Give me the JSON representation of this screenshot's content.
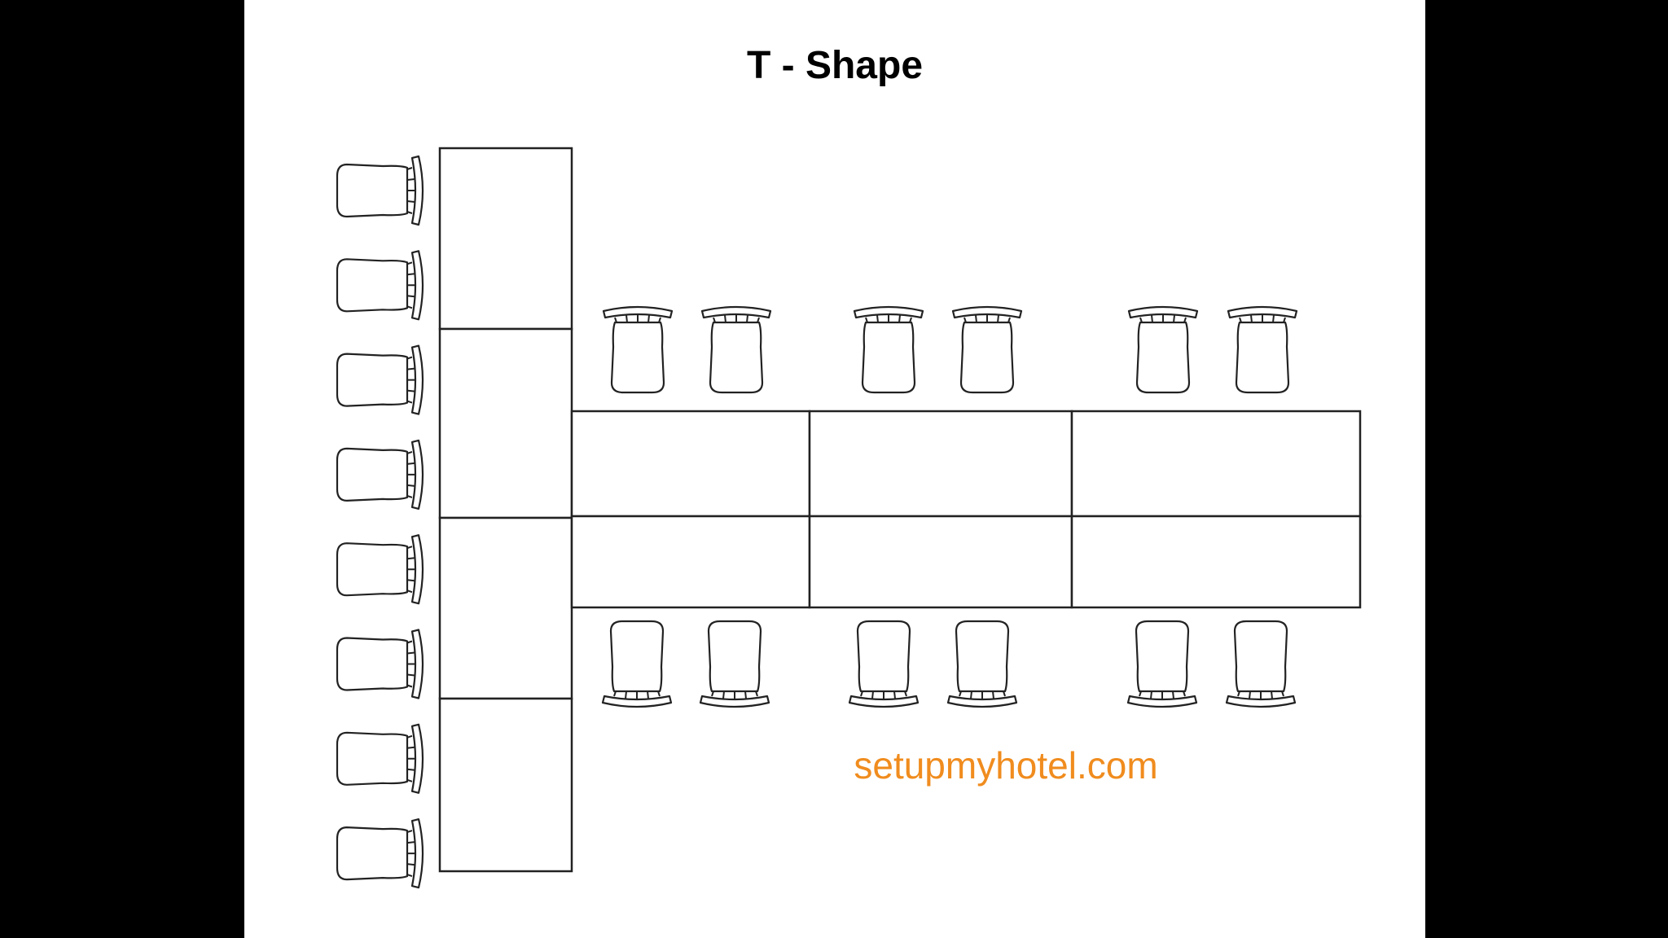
{
  "diagram": {
    "title": "T - Shape",
    "watermark": "setupmyhotel.com",
    "watermark_color": "#f08c1e",
    "background": "#000000",
    "slide_background": "#ffffff",
    "stem_table_count": 4,
    "crossbar_table_count": 6,
    "chair_count": 20,
    "left_side_chairs": 8,
    "top_side_chairs": 6,
    "bottom_side_chairs": 6,
    "icon": "chair-icon"
  }
}
